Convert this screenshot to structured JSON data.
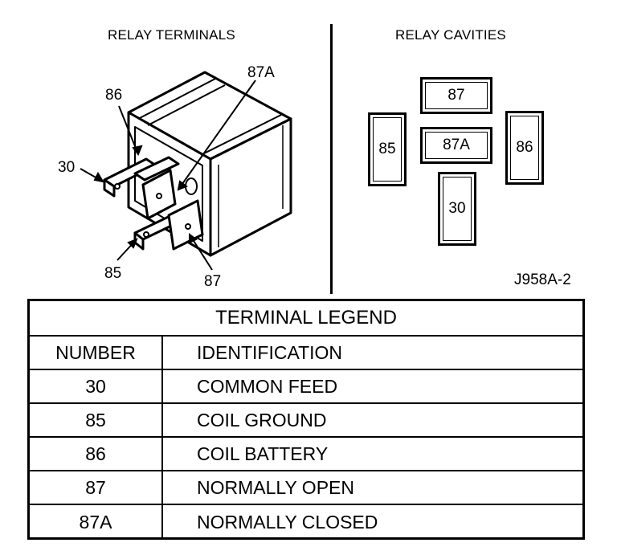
{
  "headings": {
    "terminals": "RELAY TERMINALS",
    "cavities": "RELAY CAVITIES"
  },
  "terminal_labels": {
    "t86": "86",
    "t87a": "87A",
    "t30": "30",
    "t85": "85",
    "t87": "87"
  },
  "cavities": {
    "c87": "87",
    "c87a": "87A",
    "c85": "85",
    "c86": "86",
    "c30": "30"
  },
  "figure_id": "J958A-2",
  "legend": {
    "title": "TERMINAL LEGEND",
    "headers": [
      "NUMBER",
      "IDENTIFICATION"
    ],
    "rows": [
      [
        "30",
        "COMMON FEED"
      ],
      [
        "85",
        "COIL GROUND"
      ],
      [
        "86",
        "COIL BATTERY"
      ],
      [
        "87",
        "NORMALLY OPEN"
      ],
      [
        "87A",
        "NORMALLY CLOSED"
      ]
    ]
  }
}
